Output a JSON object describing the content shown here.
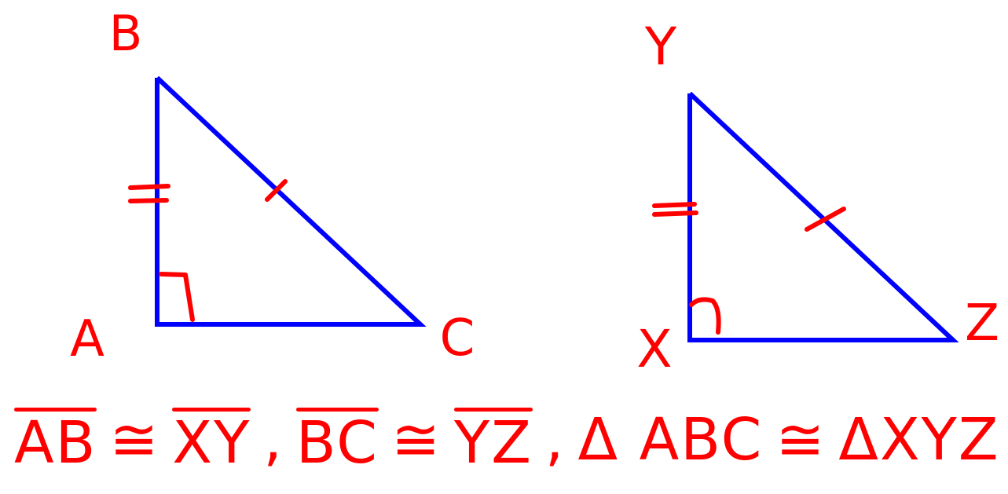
{
  "colors": {
    "triangle_stroke": "#0000ff",
    "markings": "#ff0000",
    "background": "#ffffff"
  },
  "triangle_abc": {
    "vertex_labels": {
      "B": "B",
      "A": "A",
      "C": "C"
    },
    "right_angle_at": "A",
    "tick_marks": {
      "AB": 2,
      "BC": 1
    }
  },
  "triangle_xyz": {
    "vertex_labels": {
      "Y": "Y",
      "X": "X",
      "Z": "Z"
    },
    "right_angle_at": "X",
    "tick_marks": {
      "XY": 2,
      "YZ": 1
    }
  },
  "statement": {
    "seg1": "AB",
    "cong1": "≅",
    "seg2": "XY",
    "sep1": ",",
    "seg3": "BC",
    "cong2": "≅",
    "seg4": "YZ",
    "sep2": ",",
    "tri1": "Δ ABC",
    "cong3": "≅",
    "tri2": "ΔXYZ"
  }
}
